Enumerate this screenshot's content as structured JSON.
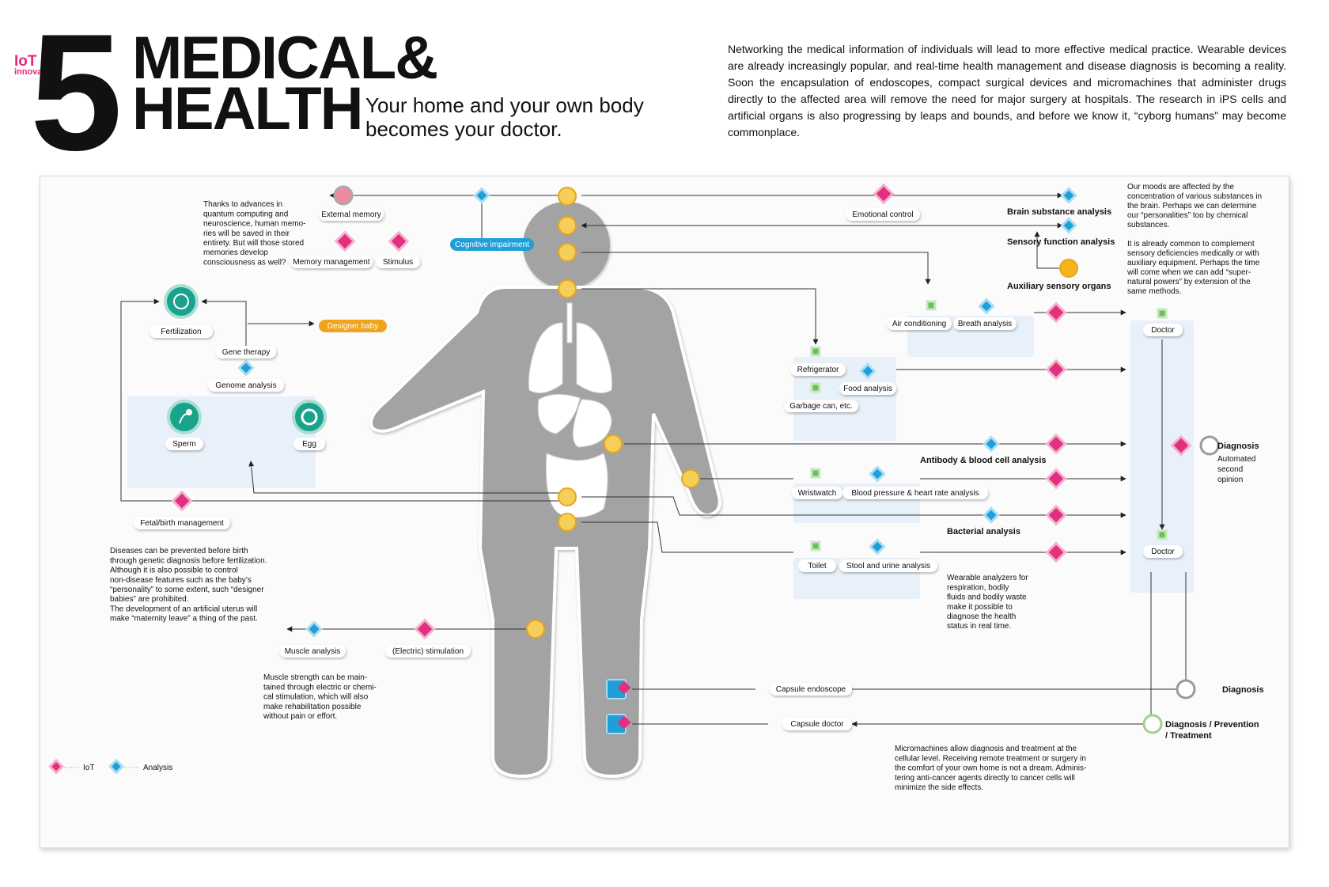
{
  "header": {
    "iot_tag_1": "IoT",
    "iot_tag_2": "innovation",
    "number": "5",
    "title_line1": "MEDICAL&",
    "title_line2": "HEALTH",
    "subtitle_line1": "Your home and your own body",
    "subtitle_line2": "becomes your doctor.",
    "intro": "Networking the medical information of individuals will lead to more effective medical practice. Wearable devices are already increasingly popular, and real-time health management and disease diagnosis is becoming a reality. Soon the encapsulation of endoscopes, compact surgical devices and micromachines that administer drugs directly to the affected area will remove the need for major surgery at hospitals. The research in iPS cells and artificial organs is also progressing by leaps and bounds, and before we know it, “cyborg humans” may become commonplace."
  },
  "labels": {
    "external_memory": "External memory",
    "cognitive_impairment": "Cognitive impairment",
    "memory_management": "Memory management",
    "stimulus": "Stimulus",
    "emotional_control": "Emotional control",
    "brain_substance_analysis": "Brain substance analysis",
    "sensory_function_analysis": "Sensory function analysis",
    "auxiliary_sensory_organs": "Auxiliary sensory organs",
    "air_conditioning": "Air conditioning",
    "breath_analysis": "Breath analysis",
    "refrigerator": "Refrigerator",
    "food_analysis": "Food analysis",
    "garbage_can": "Garbage can, etc.",
    "doctor_1": "Doctor",
    "doctor_2": "Doctor",
    "fertilization": "Fertilization",
    "designer_baby": "Designer baby",
    "gene_therapy": "Gene therapy",
    "genome_analysis": "Genome analysis",
    "sperm": "Sperm",
    "egg": "Egg",
    "fetal_birth_management": "Fetal/birth management",
    "antibody_analysis": "Antibody & blood cell analysis",
    "wristwatch": "Wristwatch",
    "blood_pressure_analysis": "Blood pressure & heart rate analysis",
    "bacterial_analysis": "Bacterial analysis",
    "toilet": "Toilet",
    "stool_urine_analysis": "Stool and urine analysis",
    "diagnosis_1": "Diagnosis",
    "automated_line1": "Automated",
    "automated_line2": "second",
    "automated_line3": "opinion",
    "muscle_analysis": "Muscle analysis",
    "electric_stimulation": "(Electric) stimulation",
    "capsule_endoscope": "Capsule endoscope",
    "capsule_doctor": "Capsule doctor",
    "diagnosis_2": "Diagnosis",
    "diagnosis_prevention_line1": "Diagnosis / Prevention",
    "diagnosis_prevention_line2": "/ Treatment"
  },
  "notes": {
    "memory": [
      "Thanks to advances in",
      "quantum computing and",
      "neuroscience, human memo-",
      "ries will be saved in their",
      "entirety. But will those stored",
      "memories develop",
      "consciousness as well?"
    ],
    "moods": [
      "Our moods are affected by the",
      "concentration of various substances in",
      "the brain. Perhaps we can determine",
      "our “personalities” too by chemical",
      "substances.",
      "",
      "It is already common to complement",
      "sensory deficiencies medically or with",
      "auxiliary equipment. Perhaps the time",
      "will come when we can add “super-",
      "natural powers”  by extension of the",
      "same methods."
    ],
    "diseases": [
      "Diseases can be prevented before birth",
      "through genetic diagnosis before fertilization.",
      "Although it is also possible to control",
      "non-disease features such as the baby’s",
      "“personality” to some extent, such “designer",
      "babies” are prohibited.",
      "The development of an artificial uterus will",
      "make “maternity leave” a thing of the past."
    ],
    "wearable": [
      "Wearable analyzers for",
      "respiration, bodily",
      "fluids and bodily waste",
      "make it possible to",
      "diagnose the health",
      "status in real time."
    ],
    "muscle": [
      "Muscle strength can be main-",
      "tained through electric or chemi-",
      "cal stimulation, which will also",
      "make rehabilitation possible",
      "without pain or effort."
    ],
    "micromachines": [
      "Micromachines allow diagnosis and treatment at the",
      "cellular level. Receiving remote treatment or surgery in",
      "the comfort of your own home is not a dream. Adminis-",
      "tering anti-cancer agents directly to cancer cells will",
      "minimize the side effects."
    ]
  },
  "legend": {
    "iot": "IoT",
    "analysis": "Analysis"
  },
  "colors": {
    "iot_pink": "#e0307f",
    "analysis_blue": "#1f9fd8",
    "node_yellow": "#f6cf5a",
    "node_yellow_border": "#e5a61f",
    "body_gray": "#a3a3a3",
    "device_green": "#6cbf5a",
    "teal": "#1aa38c",
    "designer_orange": "#f2a31c",
    "box_blue": "#e8f0f9"
  }
}
